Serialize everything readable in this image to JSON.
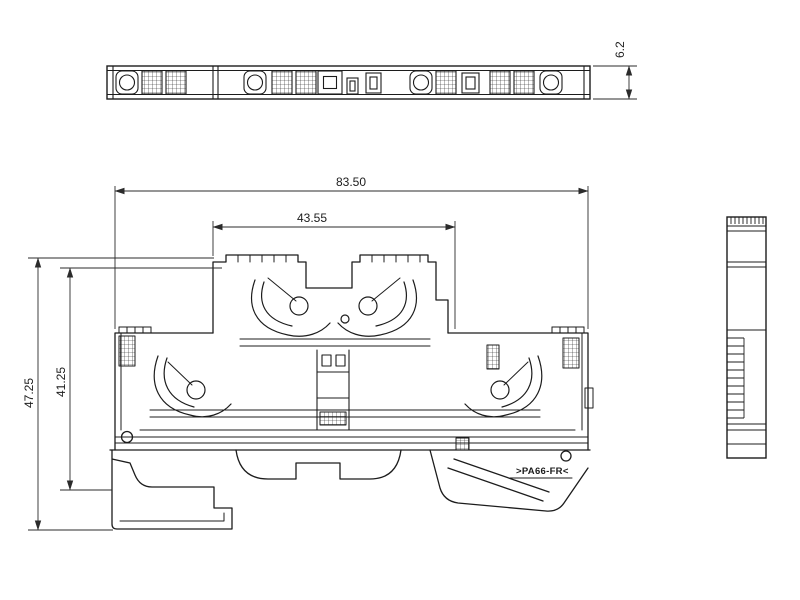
{
  "colors": {
    "line": "#1c1c1c",
    "dimension": "#2b2b2b",
    "background": "#ffffff"
  },
  "dimensions": {
    "overall_width": "83.50",
    "center_width": "43.55",
    "overall_height": "47.25",
    "body_height": "41.25",
    "top_view_depth": "6.2"
  },
  "markings": {
    "material": ">PA66-FR<"
  }
}
